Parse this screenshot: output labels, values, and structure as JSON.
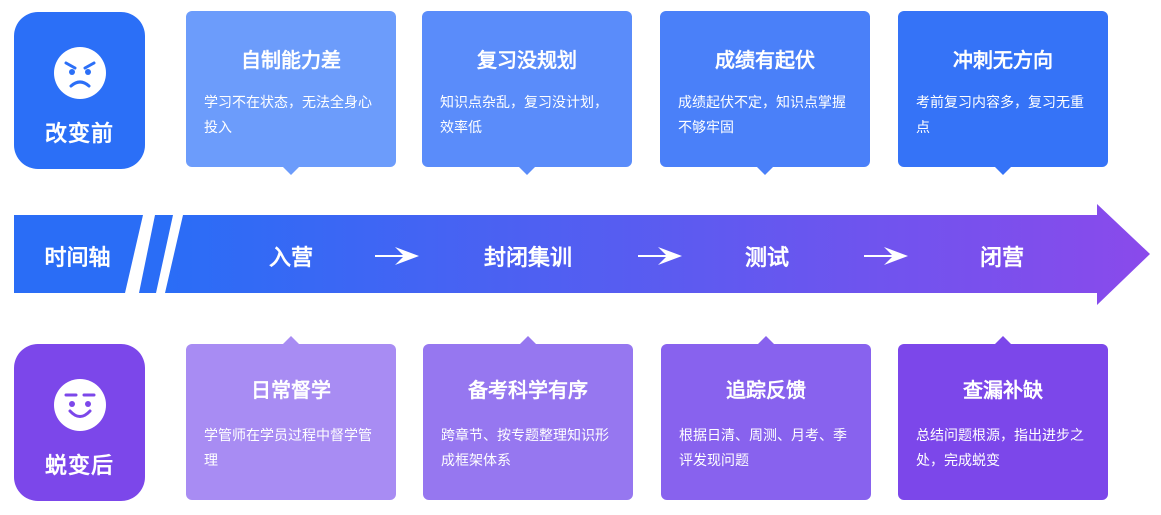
{
  "before": {
    "label": "改变前",
    "icon": "angry-face-icon",
    "cards": [
      {
        "title": "自制能力差",
        "desc": "学习不在状态，无法全身心投入",
        "color": "#6c9cfb"
      },
      {
        "title": "复习没规划",
        "desc": "知识点杂乱，复习没计划，效率低",
        "color": "#5a8cfa"
      },
      {
        "title": "成绩有起伏",
        "desc": "成绩起伏不定，知识点掌握不够牢固",
        "color": "#4a80f9"
      },
      {
        "title": "冲刺无方向",
        "desc": "考前复习内容多，复习无重点",
        "color": "#3573f7"
      }
    ]
  },
  "timeline": {
    "label": "时间轴",
    "stages": [
      "入营",
      "封闭集训",
      "测试",
      "闭营"
    ],
    "arrow_icon": "right-arrow-icon",
    "colors": {
      "start": "#2a6df6",
      "end": "#8a4aeb"
    }
  },
  "after": {
    "label": "蜕变后",
    "icon": "smiling-face-icon",
    "cards": [
      {
        "title": "日常督学",
        "desc": "学管师在学员过程中督学管理",
        "color": "#a88cf3"
      },
      {
        "title": "备考科学有序",
        "desc": "跨章节、按专题整理知识形成框架体系",
        "color": "#9677f0"
      },
      {
        "title": "追踪反馈",
        "desc": "根据日清、周测、月考、季评发现问题",
        "color": "#8862ee"
      },
      {
        "title": "查漏补缺",
        "desc": "总结问题根源，指出进步之处，完成蜕变",
        "color": "#7c47ea"
      }
    ]
  }
}
